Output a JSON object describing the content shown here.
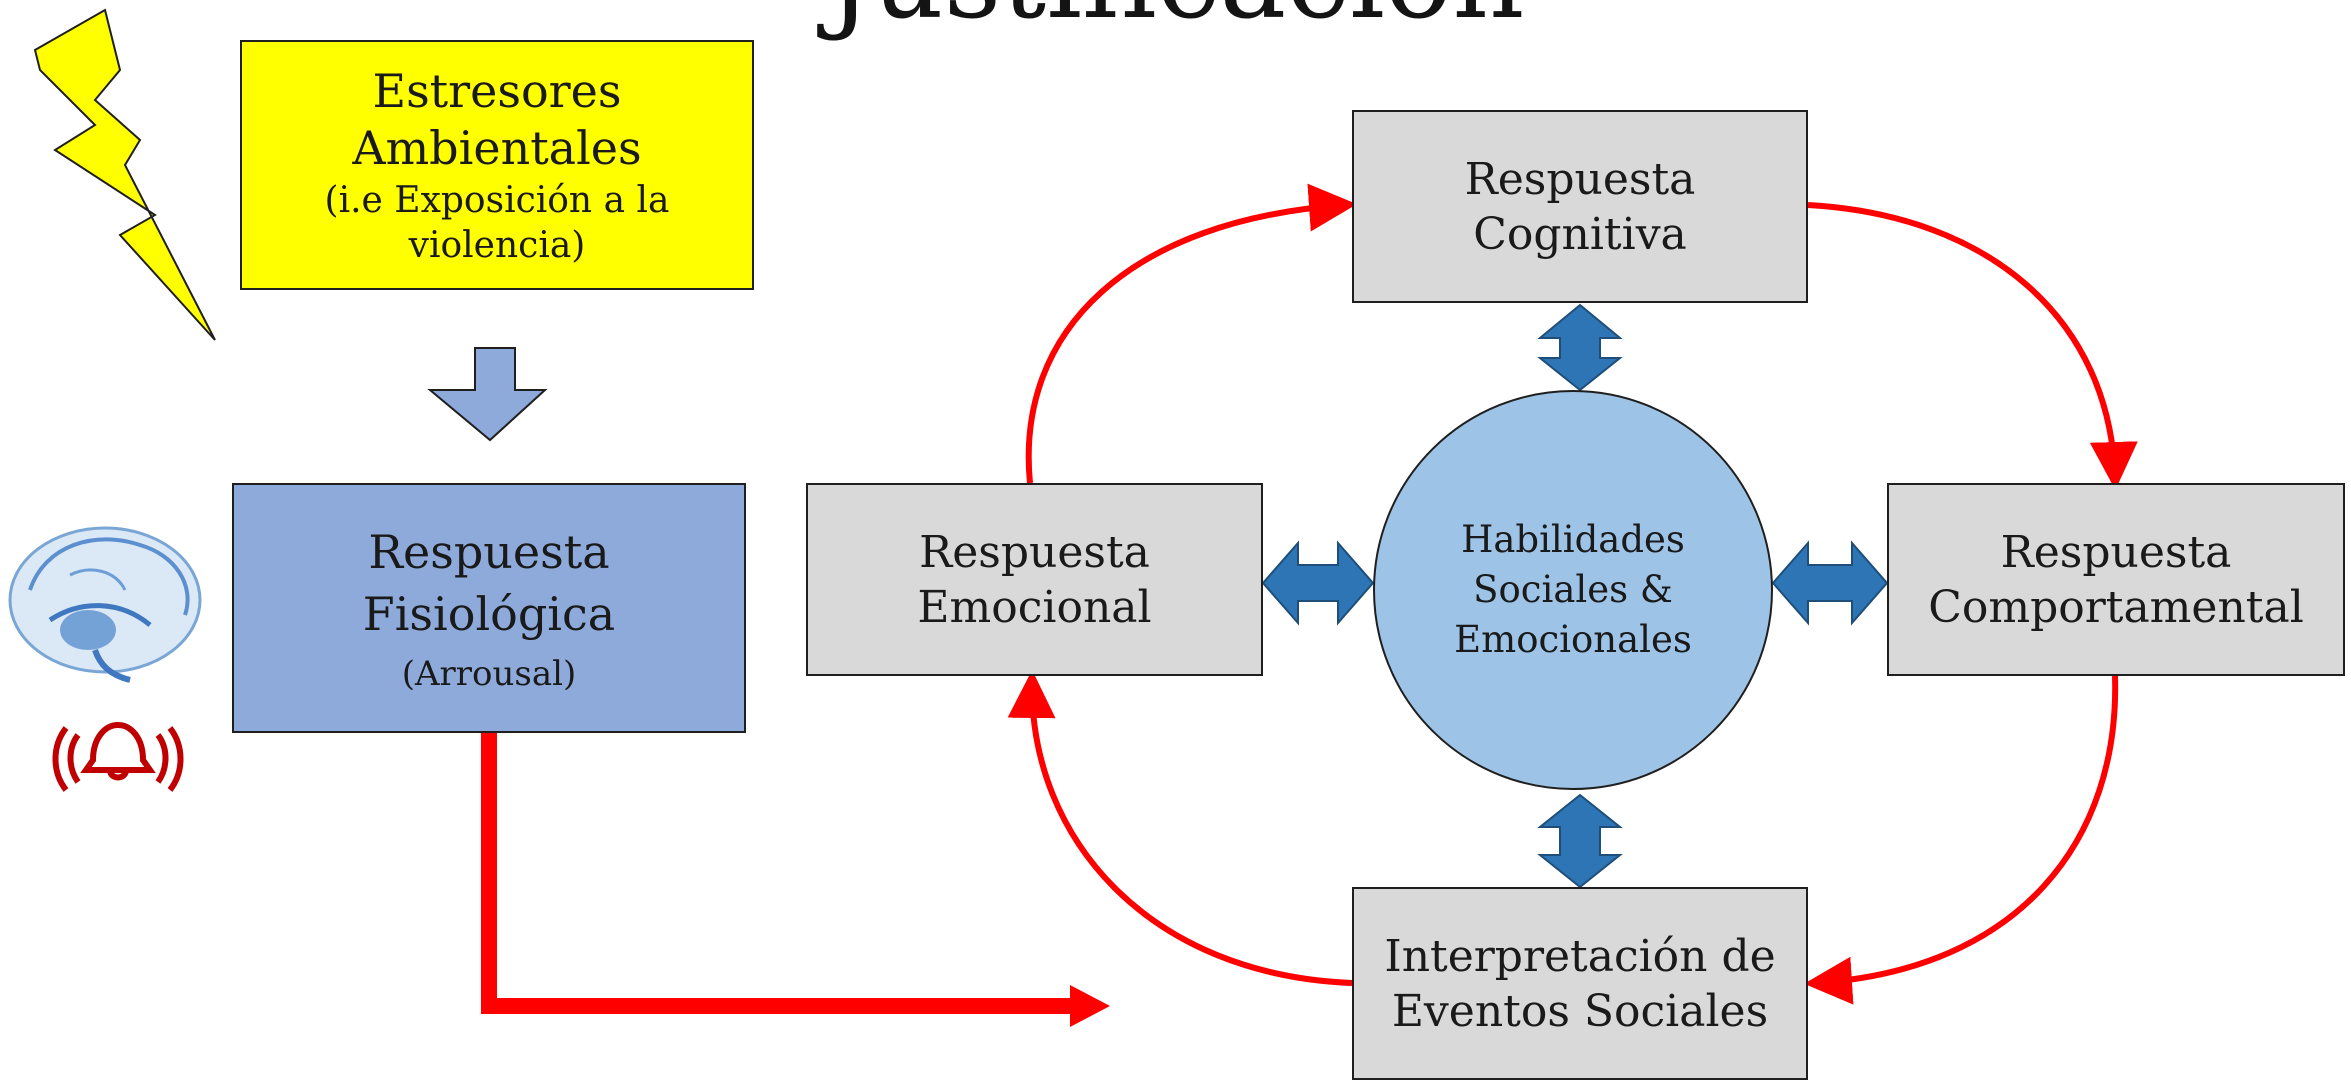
{
  "title": "Justificación",
  "nodes": {
    "stressors": {
      "line1": "Estresores",
      "line2": "Ambientales",
      "line3": "(i.e Exposición a la",
      "line4": "violencia)"
    },
    "physiological": {
      "line1": "Respuesta",
      "line2": "Fisiológica",
      "line3": "(Arrousal)"
    },
    "emotional": {
      "line1": "Respuesta",
      "line2": "Emocional"
    },
    "cognitive": {
      "line1": "Respuesta",
      "line2": "Cognitiva"
    },
    "behavioral": {
      "line1": "Respuesta",
      "line2": "Comportamental"
    },
    "interpretation": {
      "line1": "Interpretación de",
      "line2": "Eventos Sociales"
    },
    "skills": {
      "line1": "Habilidades",
      "line2": "Sociales &",
      "line3": "Emocionales"
    }
  },
  "icons": [
    "lightning-bolt-icon",
    "brain-icon",
    "alarm-bell-icon"
  ],
  "colors": {
    "stressors_fill": "#ffff00",
    "physiological_fill": "#8eaadb",
    "response_fill": "#d9d9d9",
    "skills_fill": "#9dc3e6",
    "cycle_arrow": "#ff0000",
    "double_arrow": "#2e75b6",
    "down_arrow": "#8eaadb",
    "bell": "#c00000"
  }
}
